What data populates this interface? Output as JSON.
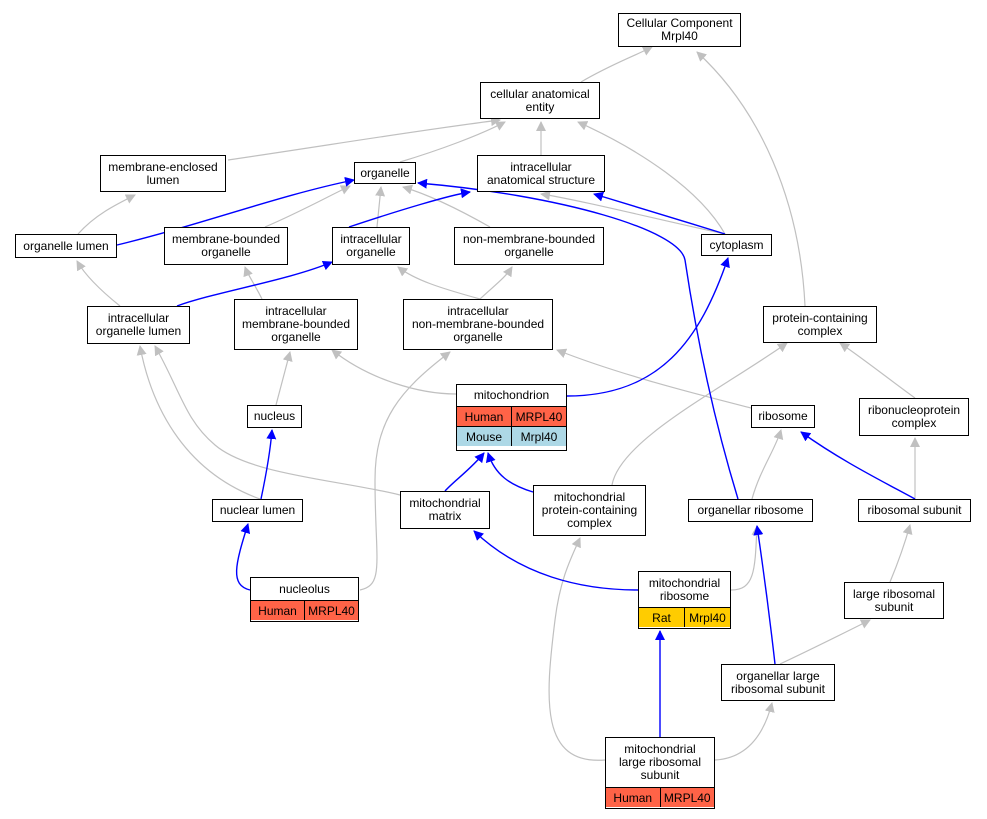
{
  "colors": {
    "edge_is_a": "#c0c0c0",
    "edge_part_of": "#0000ff",
    "human": "#ff6347",
    "mouse": "#add8e6",
    "rat": "#ffcc00"
  },
  "nodes": {
    "cc_root": {
      "label": "Cellular Component\nMrpl40"
    },
    "cae": {
      "label": "cellular anatomical\nentity"
    },
    "mem_enclosed_lumen": {
      "label": "membrane-enclosed\nlumen"
    },
    "organelle": {
      "label": "organelle"
    },
    "ia_structure": {
      "label": "intracellular\nanatomical structure"
    },
    "organelle_lumen": {
      "label": "organelle lumen"
    },
    "mb_organelle": {
      "label": "membrane-bounded\norganelle"
    },
    "ic_organelle": {
      "label": "intracellular\norganelle"
    },
    "nmb_organelle": {
      "label": "non-membrane-bounded\norganelle"
    },
    "cytoplasm": {
      "label": "cytoplasm"
    },
    "ic_org_lumen": {
      "label": "intracellular\norganelle lumen"
    },
    "ic_mb_organelle": {
      "label": "intracellular\nmembrane-bounded\norganelle"
    },
    "ic_nmb_organelle": {
      "label": "intracellular\nnon-membrane-bounded\norganelle"
    },
    "pc_complex": {
      "label": "protein-containing\ncomplex"
    },
    "mitochondrion": {
      "label": "mitochondrion",
      "annotations": [
        {
          "species": "Human",
          "gene": "MRPL40",
          "color": "#ff6347"
        },
        {
          "species": "Mouse",
          "gene": "Mrpl40",
          "color": "#add8e6"
        }
      ]
    },
    "nucleus": {
      "label": "nucleus"
    },
    "ribosome": {
      "label": "ribosome"
    },
    "rnp_complex": {
      "label": "ribonucleoprotein\ncomplex"
    },
    "nuclear_lumen": {
      "label": "nuclear lumen"
    },
    "mito_matrix": {
      "label": "mitochondrial\nmatrix"
    },
    "mito_pc_complex": {
      "label": "mitochondrial\nprotein-containing\ncomplex"
    },
    "organellar_ribosome": {
      "label": "organellar ribosome"
    },
    "ribosomal_subunit": {
      "label": "ribosomal subunit"
    },
    "nucleolus": {
      "label": "nucleolus",
      "annotations": [
        {
          "species": "Human",
          "gene": "MRPL40",
          "color": "#ff6347"
        }
      ]
    },
    "mito_ribosome": {
      "label": "mitochondrial\nribosome",
      "annotations": [
        {
          "species": "Rat",
          "gene": "Mrpl40",
          "color": "#ffcc00"
        }
      ]
    },
    "large_rs": {
      "label": "large ribosomal\nsubunit"
    },
    "org_large_rs": {
      "label": "organellar large\nribosomal subunit"
    },
    "mito_large_rs": {
      "label": "mitochondrial\nlarge ribosomal\nsubunit",
      "annotations": [
        {
          "species": "Human",
          "gene": "MRPL40",
          "color": "#ff6347"
        }
      ]
    }
  }
}
